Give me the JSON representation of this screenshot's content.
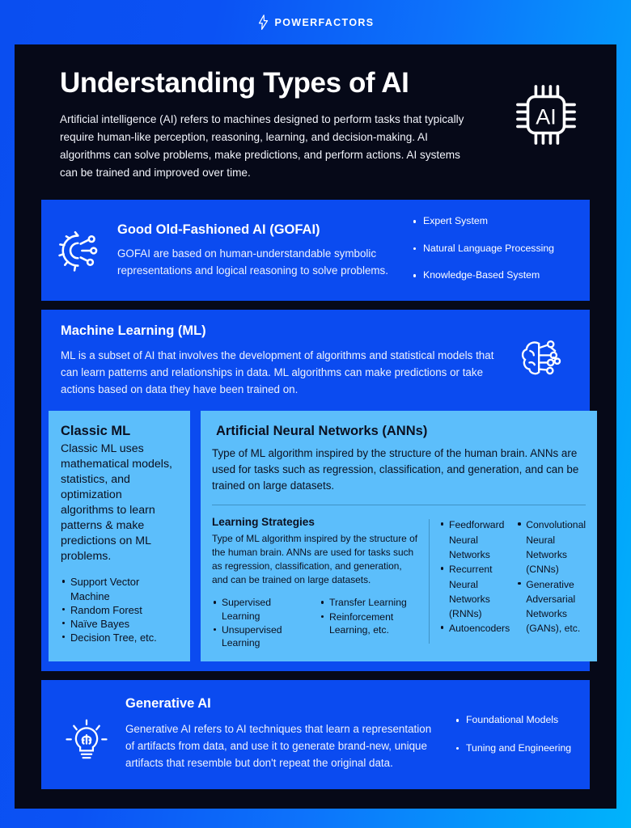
{
  "brand": {
    "name": "POWERFACTORS",
    "logo_icon": "lightning-bolt-icon",
    "accent_blue": "#0B4BF0",
    "light_blue": "#5CBEFB",
    "dark_navy": "#060918"
  },
  "hero": {
    "title": "Understanding Types of AI",
    "body": "Artificial intelligence (AI) refers to machines designed to perform tasks that typically require human-like perception, reasoning, learning, and decision-making. AI algorithms can solve problems, make predictions, and perform actions. AI systems can be trained and improved over time.",
    "icon": "ai-chip-icon",
    "icon_label": "AI"
  },
  "gofai": {
    "title": "Good Old-Fashioned AI (GOFAI)",
    "body": "GOFAI are based on human-understandable symbolic representations and logical reasoning to solve problems.",
    "icon": "gear-circuit-icon",
    "items": [
      "Expert System",
      "Natural Language Processing",
      "Knowledge-Based System"
    ]
  },
  "machine_learning": {
    "title": "Machine Learning (ML)",
    "body": "ML is a subset of AI that involves the development of algorithms and statistical models that can learn patterns and relationships in data. ML algorithms can make predictions or take actions based on data they have been trained on.",
    "icon": "brain-circuit-icon",
    "classic_ml": {
      "title": "Classic ML",
      "body": "Classic ML uses mathematical models, statistics, and optimization algorithms to learn patterns & make predictions on ML problems.",
      "items": [
        "Support Vector Machine",
        "Random Forest",
        "Naïve Bayes",
        "Decision Tree, etc."
      ]
    },
    "anns": {
      "title": "Artificial Neural Networks (ANNs)",
      "body": "Type of ML algorithm inspired by the structure of the human brain. ANNs are used for tasks such as regression, classification, and generation, and can be trained on large datasets.",
      "learning_strategies": {
        "title": "Learning Strategies",
        "body": "Type of ML algorithm inspired by the structure of the human brain. ANNs are used for tasks such as regression, classification, and generation, and can be trained on large datasets.",
        "items_left": [
          "Supervised Learning",
          "Unsupervised Learning"
        ],
        "items_right": [
          "Transfer Learning",
          "Reinforcement Learning, etc."
        ]
      },
      "network_types_left": [
        "Feedforward Neural Networks",
        "Recurrent Neural Networks (RNNs)",
        "Autoencoders"
      ],
      "network_types_right": [
        "Convolutional Neural Networks (CNNs)",
        "Generative Adversarial Networks (GANs), etc."
      ]
    }
  },
  "generative_ai": {
    "title": "Generative AI",
    "body": "Generative AI refers to AI techniques that learn a representation of artifacts from data, and use it to generate brand-new, unique artifacts that resemble but don't repeat the original data.",
    "icon": "lightbulb-brain-icon",
    "items": [
      "Foundational Models",
      "Tuning and Engineering"
    ]
  }
}
